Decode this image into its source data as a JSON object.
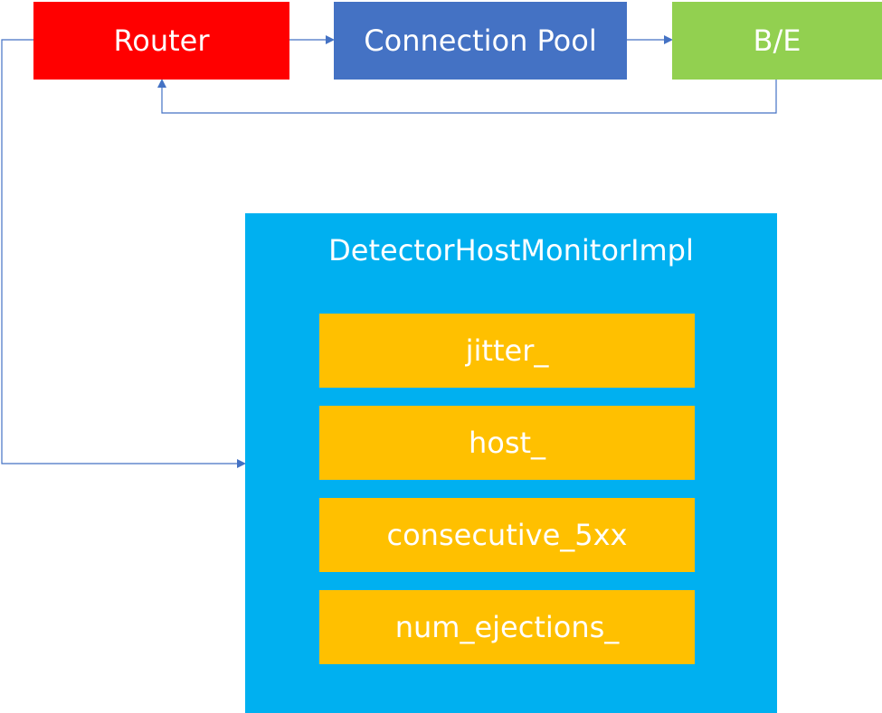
{
  "nodes": {
    "router": {
      "label": "Router",
      "color": "#ff0000"
    },
    "connection_pool": {
      "label": "Connection Pool",
      "color": "#4472c4"
    },
    "backend": {
      "label": "B/E",
      "color": "#92d050"
    },
    "monitor": {
      "title": "DetectorHostMonitorImpl",
      "color": "#00b0f0",
      "fields": [
        {
          "label": "jitter_"
        },
        {
          "label": "host_"
        },
        {
          "label": "consecutive_5xx"
        },
        {
          "label": "num_ejections_"
        }
      ],
      "field_color": "#ffc000"
    }
  },
  "edges": [
    {
      "from": "router",
      "to": "connection_pool"
    },
    {
      "from": "connection_pool",
      "to": "backend"
    },
    {
      "from": "backend",
      "to": "router"
    },
    {
      "from": "router",
      "to": "monitor"
    }
  ],
  "connector_color": "#4472c4"
}
